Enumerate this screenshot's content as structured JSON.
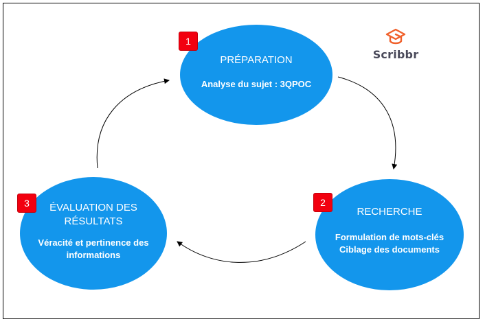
{
  "logo": {
    "text": "Scribbr",
    "icon": "graduation-cap-icon",
    "accent": "#f0602a"
  },
  "colors": {
    "node": "#1396ec",
    "badge": "#f2000f"
  },
  "steps": [
    {
      "number": "1",
      "title": "PRÉPARATION",
      "subtitle": "Analyse du sujet : 3QPOC"
    },
    {
      "number": "2",
      "title": "RECHERCHE",
      "subtitle_line1": "Formulation de mots-clés",
      "subtitle_line2": "Ciblage des documents"
    },
    {
      "number": "3",
      "title_line1": "ÉVALUATION DES",
      "title_line2": "RÉSULTATS",
      "subtitle_line1": "Véracité et pertinence des",
      "subtitle_line2": "informations"
    }
  ]
}
